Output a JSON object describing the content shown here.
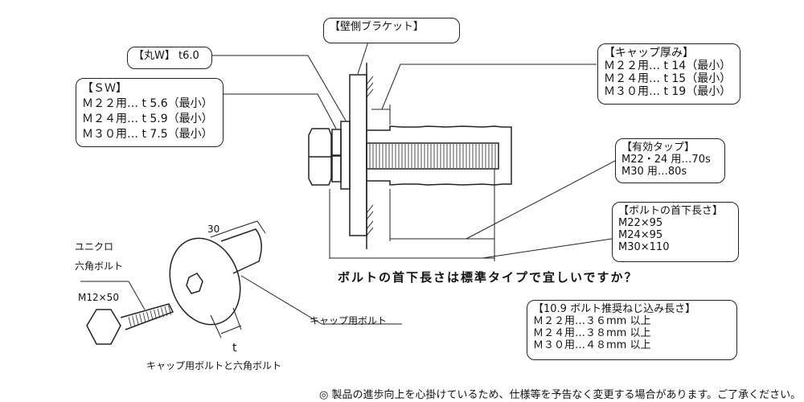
{
  "callouts": {
    "wall_bracket": {
      "title": "【壁側ブラケット】"
    },
    "round_washer": {
      "title": "【丸W】 t6.0"
    },
    "spring_washer": {
      "title": "【ＳＷ】",
      "lines": [
        "Ｍ２２用…  t 5.6（最小）",
        "Ｍ２４用…  t 5.9（最小）",
        "Ｍ３０用…  t 7.5（最小）"
      ]
    },
    "cap_thickness": {
      "title": "【キャップ厚み】",
      "lines": [
        "Ｍ２２用… t 14（最小）",
        "Ｍ２４用… t 15（最小）",
        "Ｍ３０用… t 19（最小）"
      ]
    },
    "effective_tap": {
      "title": "【有効タップ】",
      "lines": [
        "M22・24 用…70s",
        "M30 用…80s"
      ]
    },
    "bolt_length": {
      "title": "【ボルトの首下長さ】",
      "lines": [
        "M22×95",
        "M24×95",
        "M30×110"
      ]
    },
    "thread_engagement": {
      "title": "【10.9 ボルト推奨ねじ込み長さ】",
      "lines": [
        "Ｍ２２用…３６mm  以上",
        "Ｍ２４用…３８mm  以上",
        "Ｍ３０用…４８mm  以上"
      ]
    }
  },
  "labels": {
    "unichrome": "ユニクロ",
    "hex_bolt": "六角ボルト",
    "hex_bolt_size": "M12×50",
    "dimension_30": "30",
    "dimension_t": "t",
    "cap_bolt": "キャップ用ボルト",
    "caption": "キャップ用ボルトと六角ボルト"
  },
  "question": "ボルトの首下長さは標準タイプで宜しいですか？",
  "footer": "◎ 製品の進歩向上を心掛けているため、仕様等を予告なく変更する場合があります。ご了承ください。"
}
